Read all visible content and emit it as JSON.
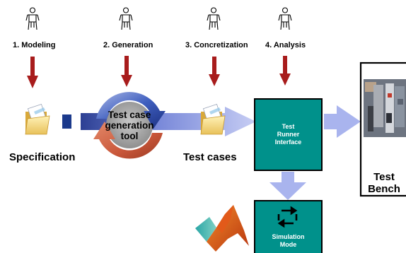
{
  "steps": [
    {
      "label": "1. Modeling"
    },
    {
      "label": "2. Generation"
    },
    {
      "label": "3. Concretization"
    },
    {
      "label": "4. Analysis"
    }
  ],
  "artifacts": {
    "specification": "Specification",
    "test_cases": "Test cases"
  },
  "tool": {
    "line1": "Test case",
    "line2": "generation",
    "line3": "tool"
  },
  "runner": {
    "line1": "Test",
    "line2": "Runner",
    "line3": "Interface"
  },
  "simulation": {
    "line1": "Simulation",
    "line2": "Mode"
  },
  "bench": {
    "line1": "Test",
    "line2": "Bench"
  },
  "colors": {
    "accent_red": "#a81c1c",
    "teal": "#00918b",
    "navy": "#1c3a8c",
    "arrow_blue": "#a9b4ee"
  }
}
